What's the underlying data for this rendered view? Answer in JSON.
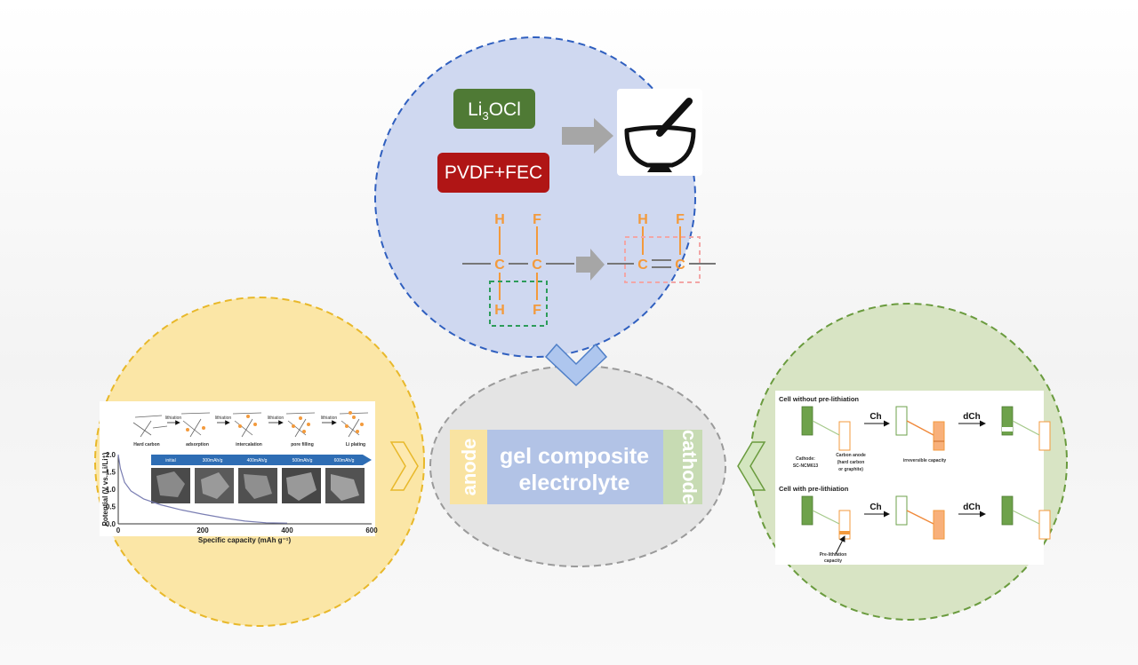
{
  "colors": {
    "top_circle": "#cfd8f0",
    "top_border": "#2f5fbf",
    "left_circle": "#fbe6a6",
    "left_border": "#e8b82a",
    "right_circle": "#d8e4c4",
    "right_border": "#6a9b3e",
    "center_circle": "#e4e4e4",
    "center_border": "#9a9a9a",
    "green_box": "#4f7a35",
    "red_box": "#b01515",
    "bond_orange": "#f39a3c",
    "anode": "#f9e3a1",
    "electrolyte": "#b2c3e6",
    "cathode": "#c7dbb3"
  },
  "icons": [
    "mortar-pestle-icon",
    "gray-arrow-icon",
    "blue-chevron-down-icon",
    "yellow-chevron-right-icon",
    "green-chevron-left-icon"
  ],
  "top": {
    "li3ocl_prefix": "Li",
    "li3ocl_sub": "3",
    "li3ocl_suffix": "OCl",
    "pvdf_label": "PVDF+FEC",
    "left_molecule": {
      "top_h": "H",
      "top_f": "F",
      "c1": "C",
      "c2": "C",
      "bottom_h": "H",
      "bottom_f": "F"
    },
    "right_molecule": {
      "top_h": "H",
      "top_f": "F",
      "c1": "C",
      "c2": "C"
    }
  },
  "center": {
    "anode": "anode",
    "electrolyte_line1": "gel composite",
    "electrolyte_line2": "electrolyte",
    "cathode": "cathode"
  },
  "left": {
    "schematic_labels": [
      "Hard carbon",
      "adsorption",
      "intercalation",
      "pore filling",
      "Li plating"
    ],
    "schematic_arrow_labels": [
      "lithiation",
      "lithiation",
      "lithiation",
      "lithiation"
    ],
    "sem_labels": [
      "initial",
      "300mAh/g",
      "400mAh/g",
      "500mAh/g",
      "600mAh/g"
    ],
    "chart_data": {
      "type": "line",
      "ylabel": "Potential (V vs. Li/Li⁺)",
      "xlabel": "Specific capacity (mAh g⁻¹)",
      "xlim": [
        0,
        600
      ],
      "ylim": [
        0,
        2.0
      ],
      "x_ticks": [
        "0",
        "200",
        "400",
        "600"
      ],
      "y_ticks": [
        "0.0",
        "0.5",
        "1.0",
        "1.5",
        "2.0"
      ],
      "x": [
        0,
        5,
        15,
        30,
        60,
        100,
        150,
        200,
        250,
        300,
        350,
        400
      ],
      "y": [
        2.0,
        1.6,
        1.2,
        0.95,
        0.72,
        0.55,
        0.4,
        0.28,
        0.17,
        0.08,
        0.03,
        0.02
      ]
    }
  },
  "right": {
    "title_without": "Cell without pre-lithiation",
    "title_with": "Cell with pre-lithiation",
    "ch": "Ch",
    "dch": "dCh",
    "cathode_label_1": "Cathode:",
    "cathode_label_2": "SC-NCM613",
    "anode_label_1": "Carbon anode",
    "anode_label_2": "(hard carbon",
    "anode_label_3": "or graphite)",
    "irreversible": "irreversible capacity",
    "prelith_1": "Pre-lithiation",
    "prelith_2": "capacity"
  }
}
